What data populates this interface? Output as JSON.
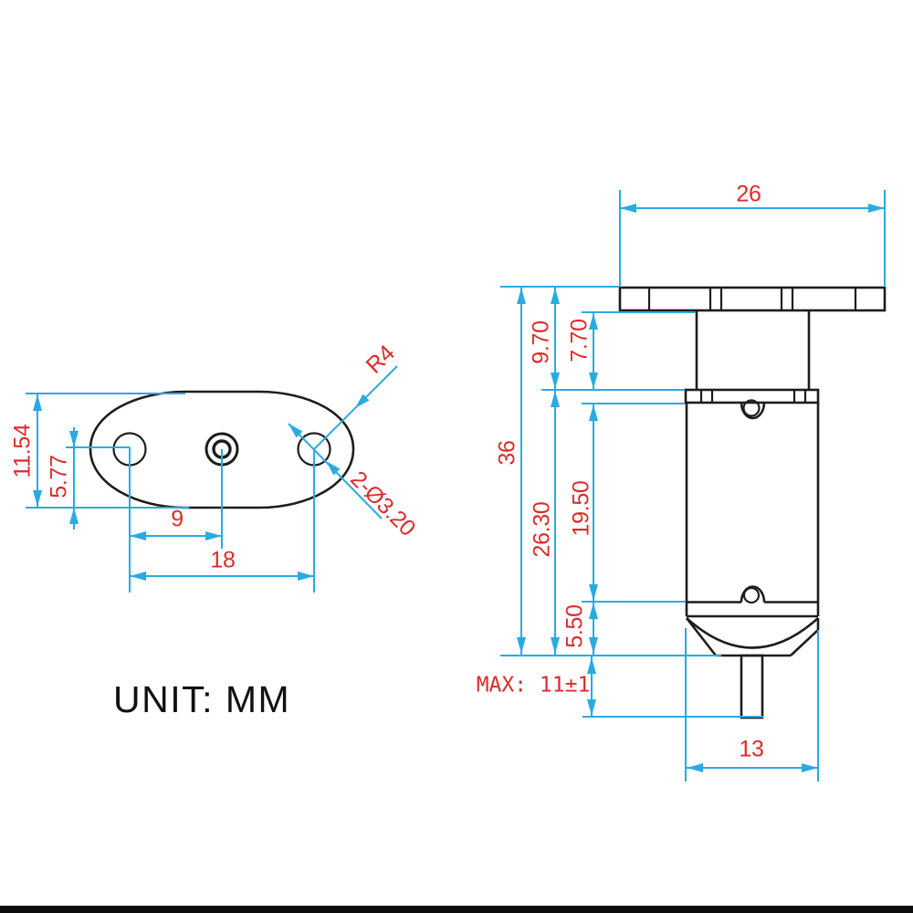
{
  "unit_note": "UNIT: MM",
  "colors": {
    "dimension_line": "#29abe2",
    "dimension_text": "#dd2b2b",
    "outline": "#1d1d1b"
  },
  "plate_view": {
    "overall_height": "11.54",
    "center_offset": "5.77",
    "center_to_hole": "9",
    "hole_to_hole": "18",
    "corner_radius": "R4",
    "mount_holes": "2-Ø3.20"
  },
  "motor_view": {
    "flange_width": "26",
    "flange_to_body_top": "9.70",
    "gearbox_height": "7.70",
    "overall_height": "36",
    "body_with_cap_height": "26.30",
    "body_height": "19.50",
    "end_cap_height": "5.50",
    "shaft_note": "MAX: 11±1",
    "body_width": "13"
  }
}
